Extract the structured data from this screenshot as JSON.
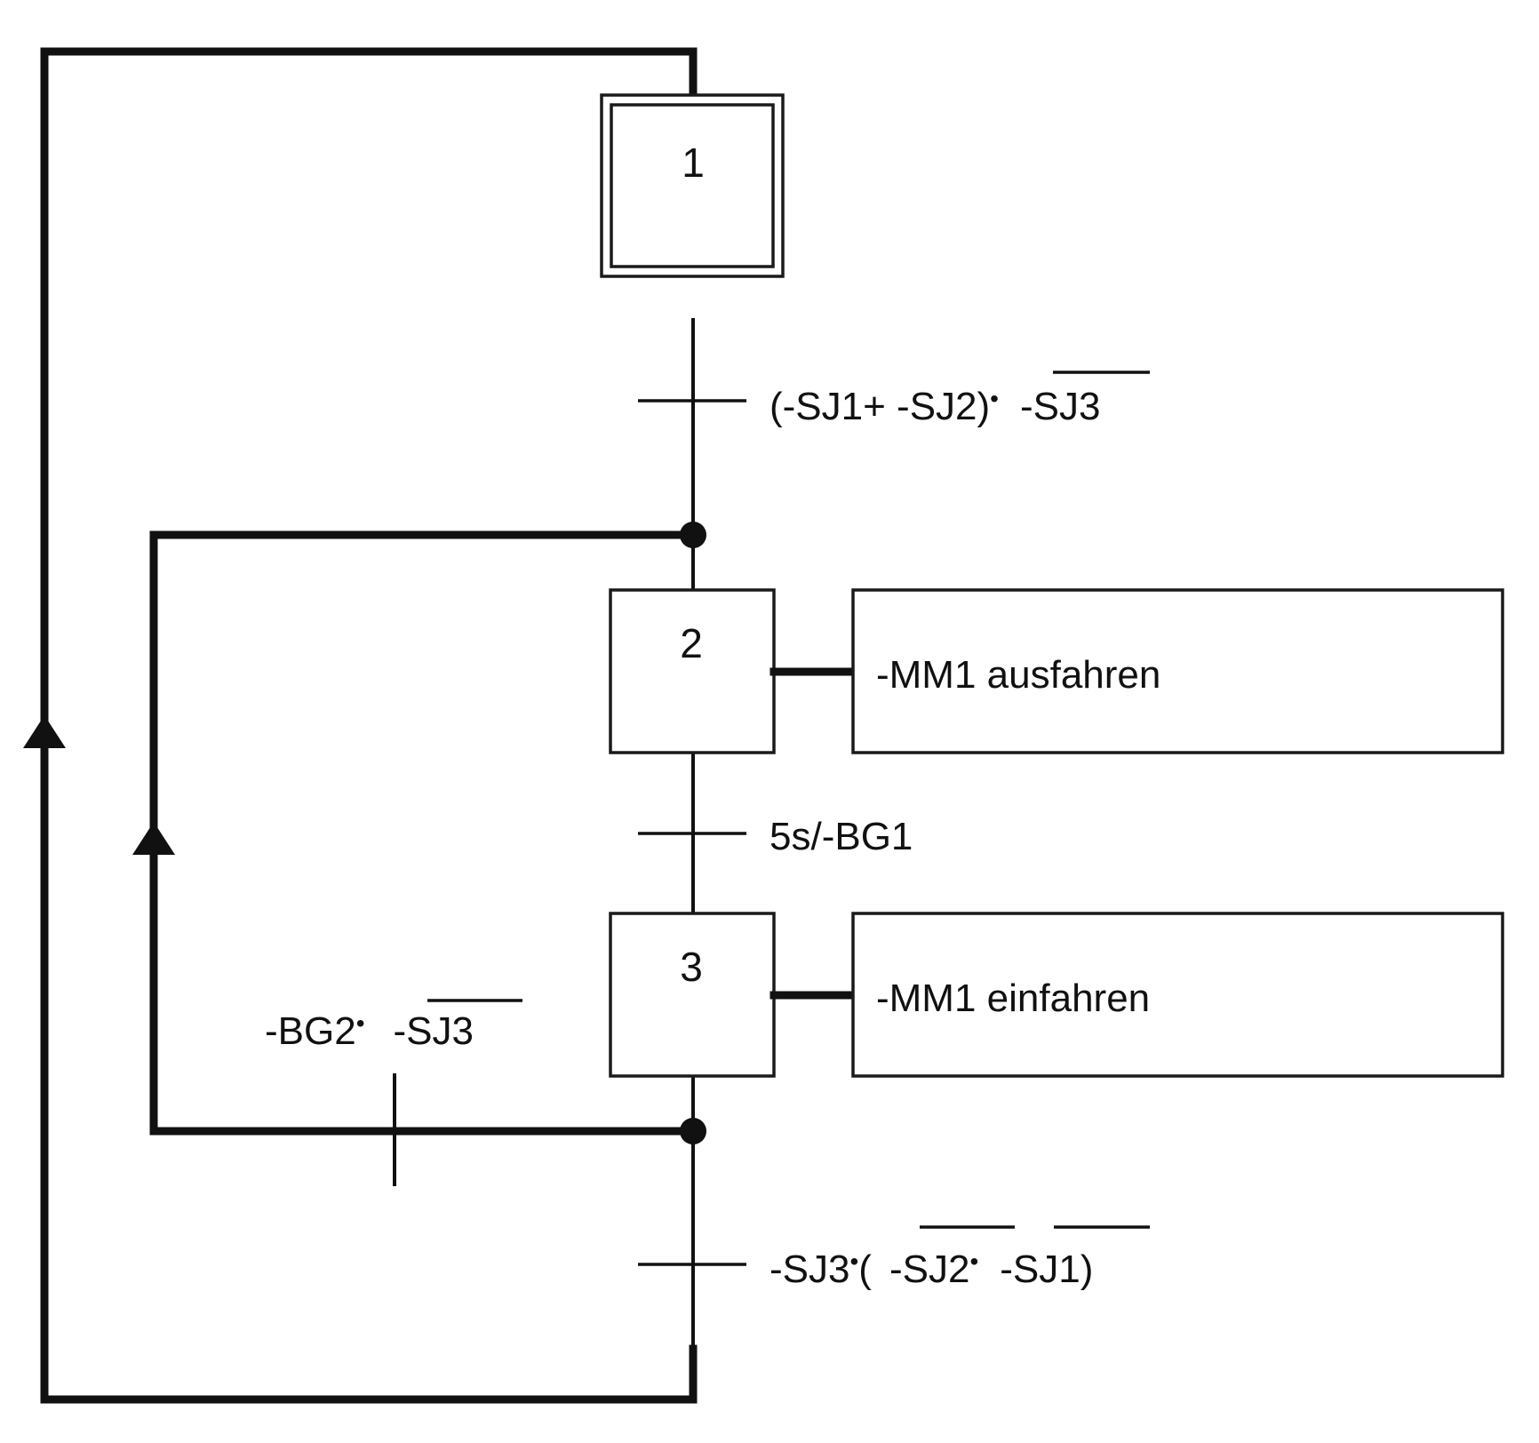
{
  "steps": [
    {
      "number": "1",
      "initial": true
    },
    {
      "number": "2",
      "initial": false
    },
    {
      "number": "3",
      "initial": false
    }
  ],
  "actions": [
    {
      "step": "2",
      "text": "-MM1 ausfahren"
    },
    {
      "step": "3",
      "text": "-MM1 einfahren"
    }
  ],
  "transitions": {
    "t1": {
      "part1": "(-SJ1+ -SJ2)",
      "dot": "•",
      "part2": "-SJ3",
      "part2_negated": true
    },
    "t2": {
      "text": "5s/-BG1"
    },
    "t3": {
      "part1": "-SJ3",
      "dot1": "•",
      "open": "(",
      "part2": "-SJ2",
      "dot2": "•",
      "part3": "-SJ1",
      "close": ")",
      "part2_negated": true,
      "part3_negated": true
    },
    "t_loop": {
      "part1": "-BG2",
      "dot": "•",
      "part2": "-SJ3",
      "part2_negated": true
    }
  }
}
